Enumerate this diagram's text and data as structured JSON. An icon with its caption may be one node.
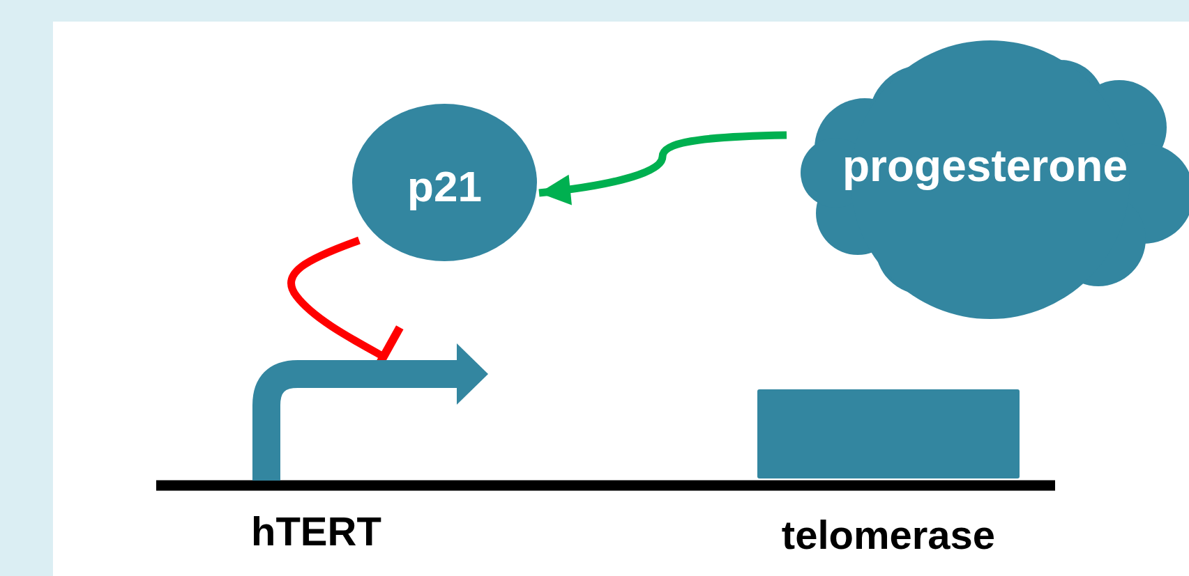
{
  "diagram": {
    "nodes": [
      {
        "text": [
          "progesterone"
        ]
      },
      {
        "text": [
          "p21"
        ]
      },
      {
        "text": [
          "hTERT"
        ]
      },
      {
        "text": [
          "telomerase"
        ]
      }
    ],
    "edges": [
      {
        "from": 0,
        "to": 1,
        "arrow": "to",
        "color": "#00b050"
      },
      {
        "from": 1,
        "to": 2,
        "arrow": "other",
        "color": "#ff0000"
      }
    ]
  }
}
